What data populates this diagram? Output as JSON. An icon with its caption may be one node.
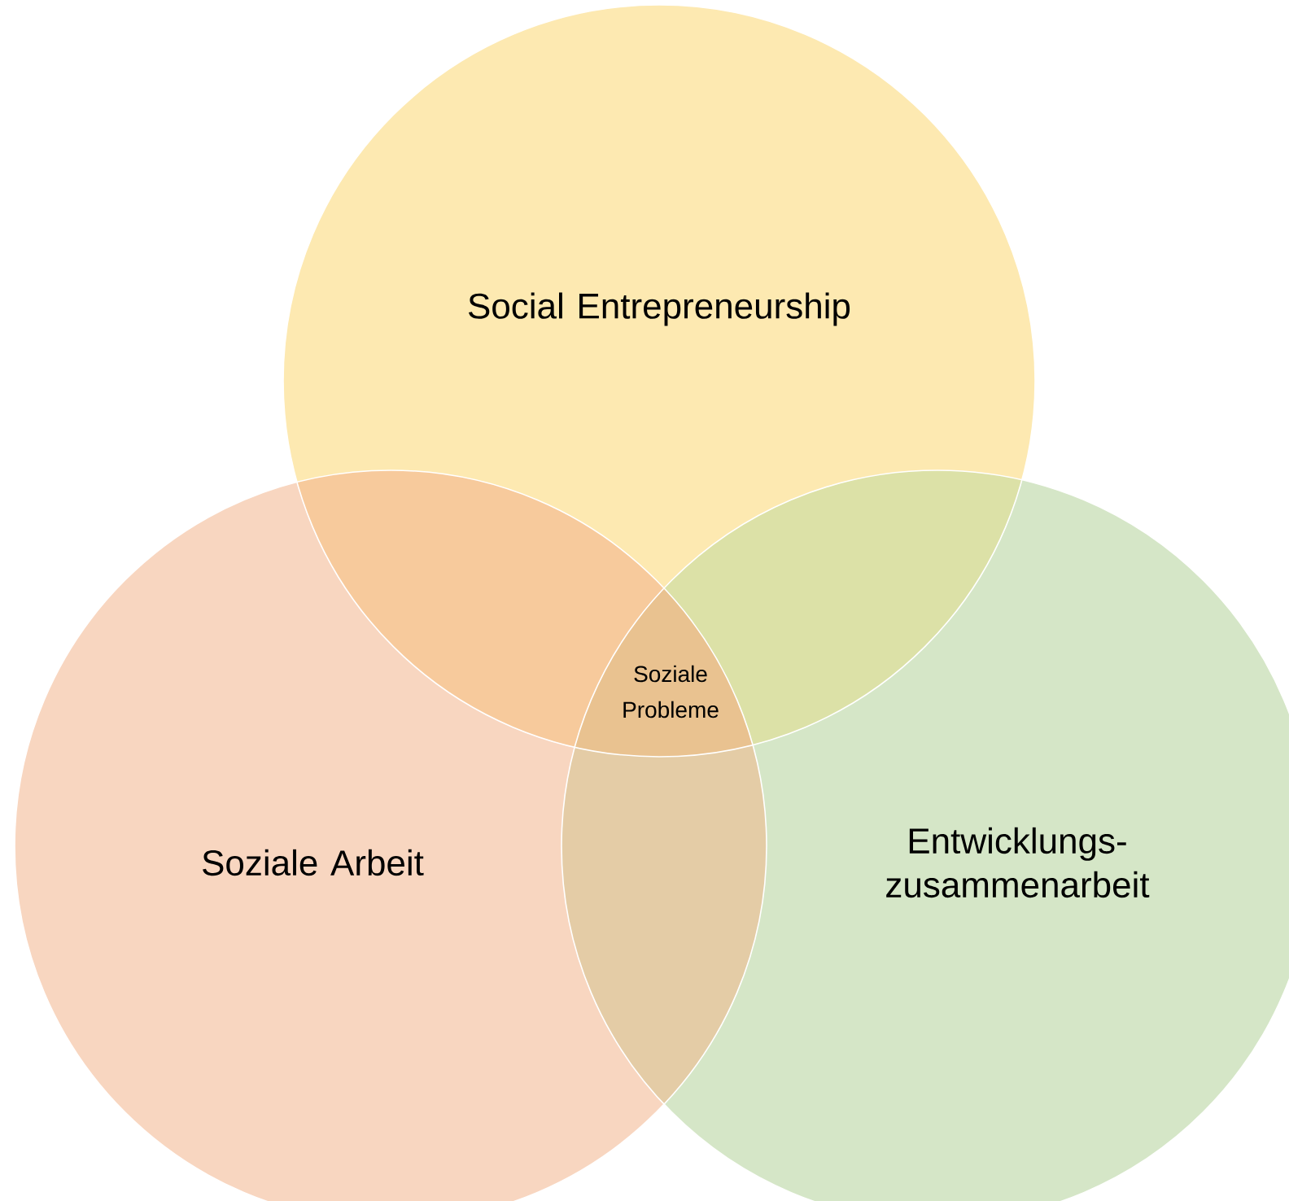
{
  "diagram": {
    "nodes": [
      {
        "text": [
          "Social Entrepreneurship"
        ]
      },
      {
        "text": [
          "Soziale Arbeit"
        ]
      },
      {
        "text": [
          "Entwicklungs- zusammenarbeit"
        ]
      }
    ],
    "labels": [
      "Soziale Probleme"
    ]
  }
}
